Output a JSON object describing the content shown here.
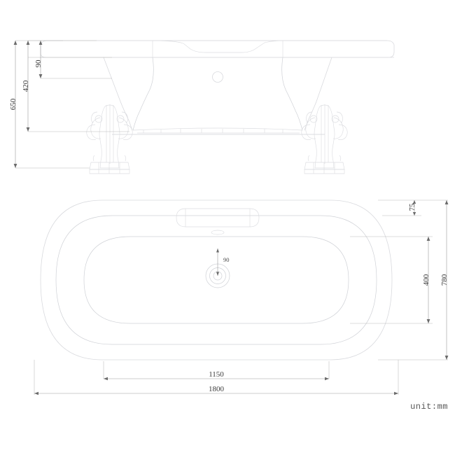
{
  "drawing": {
    "title": "Clawfoot Freestanding Bathtub - Dimensioned Drawing",
    "unit_note": "unit:mm",
    "line_color": "#d9dade",
    "dim_color": "#9a9a9a",
    "text_color": "#3a3a3a",
    "background": "#ffffff"
  },
  "views": {
    "elevation": {
      "name": "side-elevation-view",
      "label": "",
      "features": [
        "rim",
        "tub-body",
        "claw-foot-left",
        "claw-foot-right",
        "overflow-hole",
        "base-line"
      ]
    },
    "plan": {
      "name": "top-plan-view",
      "label": "",
      "features": [
        "outer-rim",
        "inner-rim",
        "basin",
        "headrest",
        "overflow-slot",
        "drain"
      ]
    }
  },
  "dimensions": {
    "elevation_vertical": [
      {
        "id": "dim-650",
        "value": "650",
        "orientation": "vertical",
        "note": "overall height"
      },
      {
        "id": "dim-420",
        "value": "420",
        "orientation": "vertical",
        "note": "body height"
      },
      {
        "id": "dim-90",
        "value": "90",
        "orientation": "vertical",
        "note": "rim thickness"
      }
    ],
    "plan_right": [
      {
        "id": "dim-75",
        "value": "75",
        "orientation": "vertical",
        "note": "rim offset"
      },
      {
        "id": "dim-400",
        "value": "400",
        "orientation": "vertical",
        "note": "inner basin width"
      },
      {
        "id": "dim-780",
        "value": "780",
        "orientation": "vertical",
        "note": "overall width"
      }
    ],
    "plan_bottom": [
      {
        "id": "dim-1150",
        "value": "1150",
        "orientation": "horizontal",
        "note": "inner basin length"
      },
      {
        "id": "dim-1800",
        "value": "1800",
        "orientation": "horizontal",
        "note": "overall length"
      }
    ],
    "plan_drain": [
      {
        "id": "dim-drain-90",
        "value": "90",
        "orientation": "vertical",
        "note": "drain offset"
      }
    ]
  }
}
